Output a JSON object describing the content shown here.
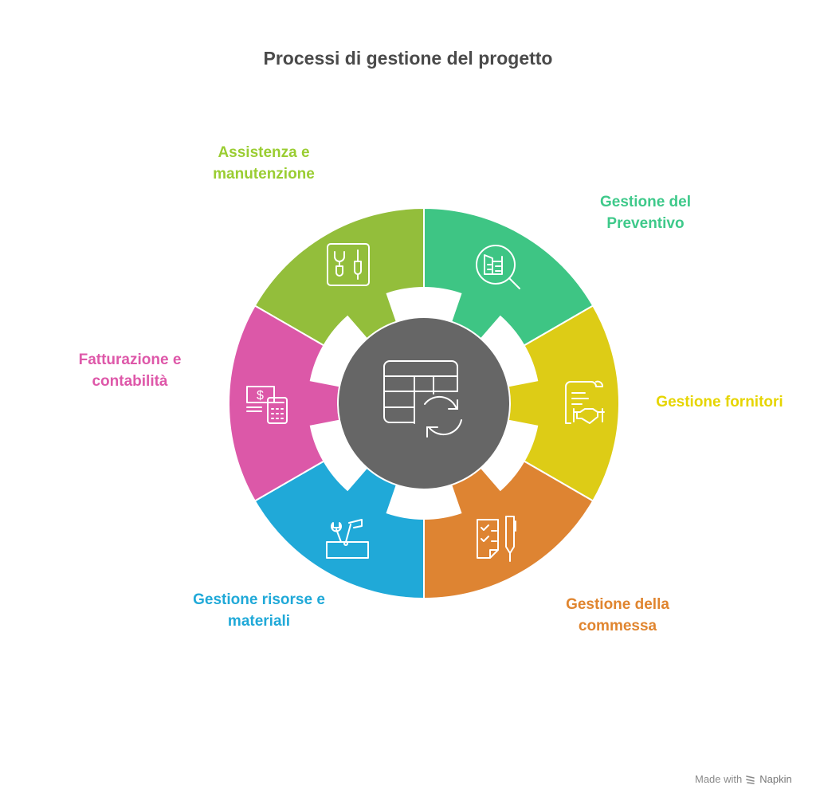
{
  "title": "Processi di gestione del progetto",
  "center": {
    "icon": "spreadsheet-sync-icon",
    "color": "#666666"
  },
  "segments": [
    {
      "id": "assistenza",
      "label_line1": "Assistenza e",
      "label_line2": "manutenzione",
      "color": "#93BE3B",
      "label_color": "#9ACD32",
      "icon": "tools-panel-icon",
      "angle": -120
    },
    {
      "id": "preventivo",
      "label_line1": "Gestione del",
      "label_line2": "Preventivo",
      "color": "#3EC584",
      "label_color": "#3EC98A",
      "icon": "building-search-icon",
      "angle": -60
    },
    {
      "id": "fornitori",
      "label_line1": "Gestione fornitori",
      "label_line2": "",
      "color": "#DDCC16",
      "label_color": "#E6D500",
      "icon": "contract-handshake-icon",
      "angle": 0
    },
    {
      "id": "commessa",
      "label_line1": "Gestione della",
      "label_line2": "commessa",
      "color": "#DE8432",
      "label_color": "#E0852F",
      "icon": "checklist-pen-icon",
      "angle": 60
    },
    {
      "id": "risorse",
      "label_line1": "Gestione risorse e",
      "label_line2": "materiali",
      "color": "#20A9D8",
      "label_color": "#20A9D8",
      "icon": "toolbox-icon",
      "angle": 120
    },
    {
      "id": "fatturazione",
      "label_line1": "Fatturazione e",
      "label_line2": "contabilità",
      "color": "#DC58A8",
      "label_color": "#DE58A9",
      "icon": "money-calculator-icon",
      "angle": 180
    }
  ],
  "footer": {
    "made_with": "Made with",
    "brand": "Napkin"
  }
}
